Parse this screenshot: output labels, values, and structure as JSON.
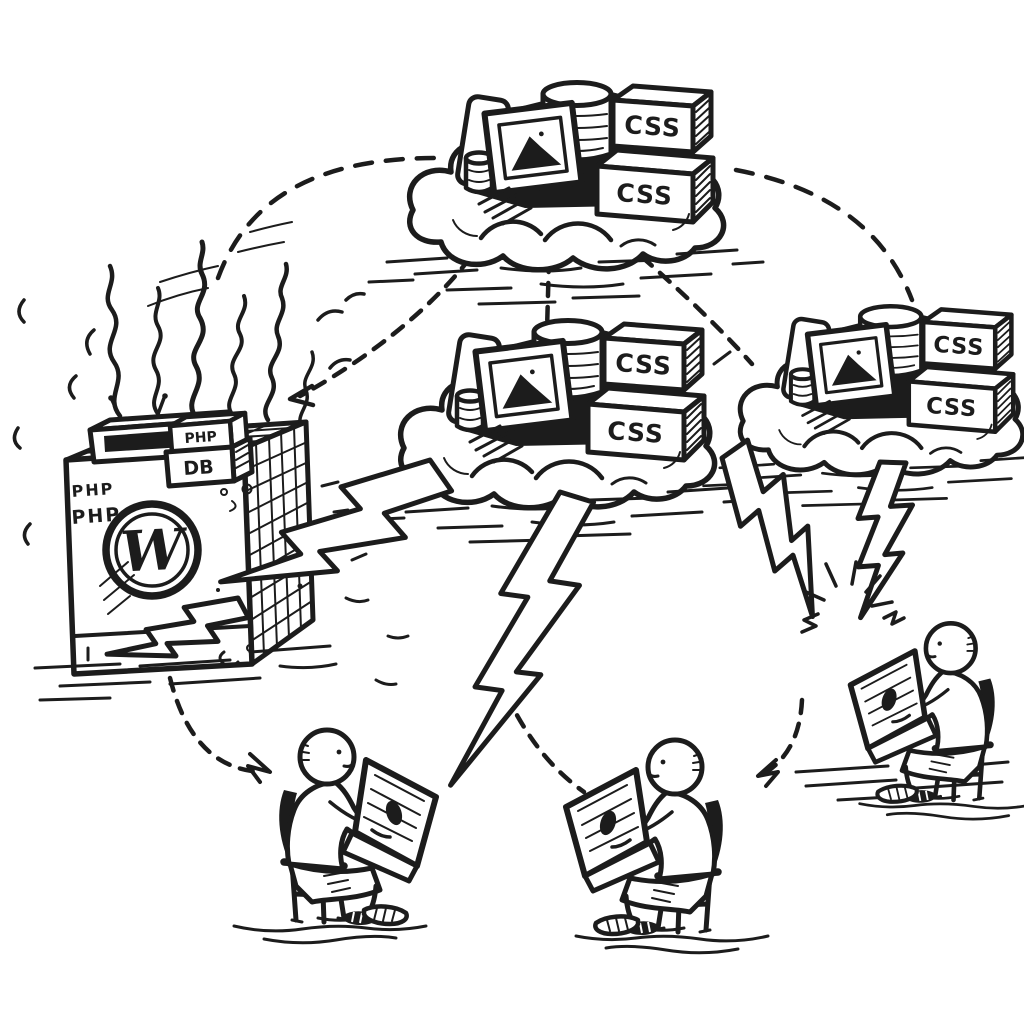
{
  "scene": {
    "title": "Hand-drawn diagram: overloaded WordPress PHP server offloading CSS and image assets to CDN clouds that deliver them to laptop users",
    "ink_color": "#1c1c1c",
    "paper_color": "#ffffff"
  },
  "server": {
    "front_label_top": "PHP",
    "front_label_bottom": "PHP",
    "stack_php_label": "PHP",
    "stack_db_label": "DB",
    "logo_letter": "W"
  },
  "clouds": [
    {
      "id": "cdn-cloud-top",
      "box1_label": "CSS",
      "box2_label": "CSS"
    },
    {
      "id": "cdn-cloud-middle",
      "box1_label": "CSS",
      "box2_label": "CSS"
    },
    {
      "id": "cdn-cloud-right",
      "box1_label": "CSS",
      "box2_label": "CSS"
    }
  ],
  "users": [
    {
      "id": "user-left"
    },
    {
      "id": "user-middle"
    },
    {
      "id": "user-right"
    }
  ],
  "icons": {
    "cloud": "cdn-edge-cloud-icon",
    "cylinder": "database-icon",
    "framed_picture": "image-asset-icon",
    "labeled_box": "css-asset-box-icon",
    "lightning_bolt": "delivery-bolt-icon",
    "dashed_arc": "sync-link",
    "smoke": "server-overload-smoke",
    "laptop": "user-laptop-icon",
    "wordpress_circle": "wordpress-logo"
  },
  "connections": [
    {
      "from": "server",
      "to": "cdn-cloud-top",
      "style": "dashed-arc"
    },
    {
      "from": "cdn-cloud-top",
      "to": "server",
      "style": "dashed-arrow"
    },
    {
      "from": "cdn-cloud-top",
      "to": "cdn-cloud-middle",
      "style": "dashed-ray"
    },
    {
      "from": "cdn-cloud-top",
      "to": "cdn-cloud-right",
      "style": "dashed-arc"
    },
    {
      "from": "cdn-cloud-middle",
      "to": "server",
      "style": "lightning-bolt"
    },
    {
      "from": "cdn-cloud-middle",
      "to": "user-left",
      "style": "lightning-bolt"
    },
    {
      "from": "cdn-cloud-middle",
      "to": "user-right",
      "style": "lightning-bolt"
    },
    {
      "from": "cdn-cloud-right",
      "to": "user-right",
      "style": "lightning-bolt"
    },
    {
      "from": "server",
      "to": "user-left",
      "style": "dashed-arrow"
    },
    {
      "from": "cdn-cloud-middle",
      "to": "user-middle",
      "style": "dashed-arrow"
    },
    {
      "from": "cdn-cloud-right",
      "to": "user-middle",
      "style": "dashed-arrow"
    }
  ]
}
